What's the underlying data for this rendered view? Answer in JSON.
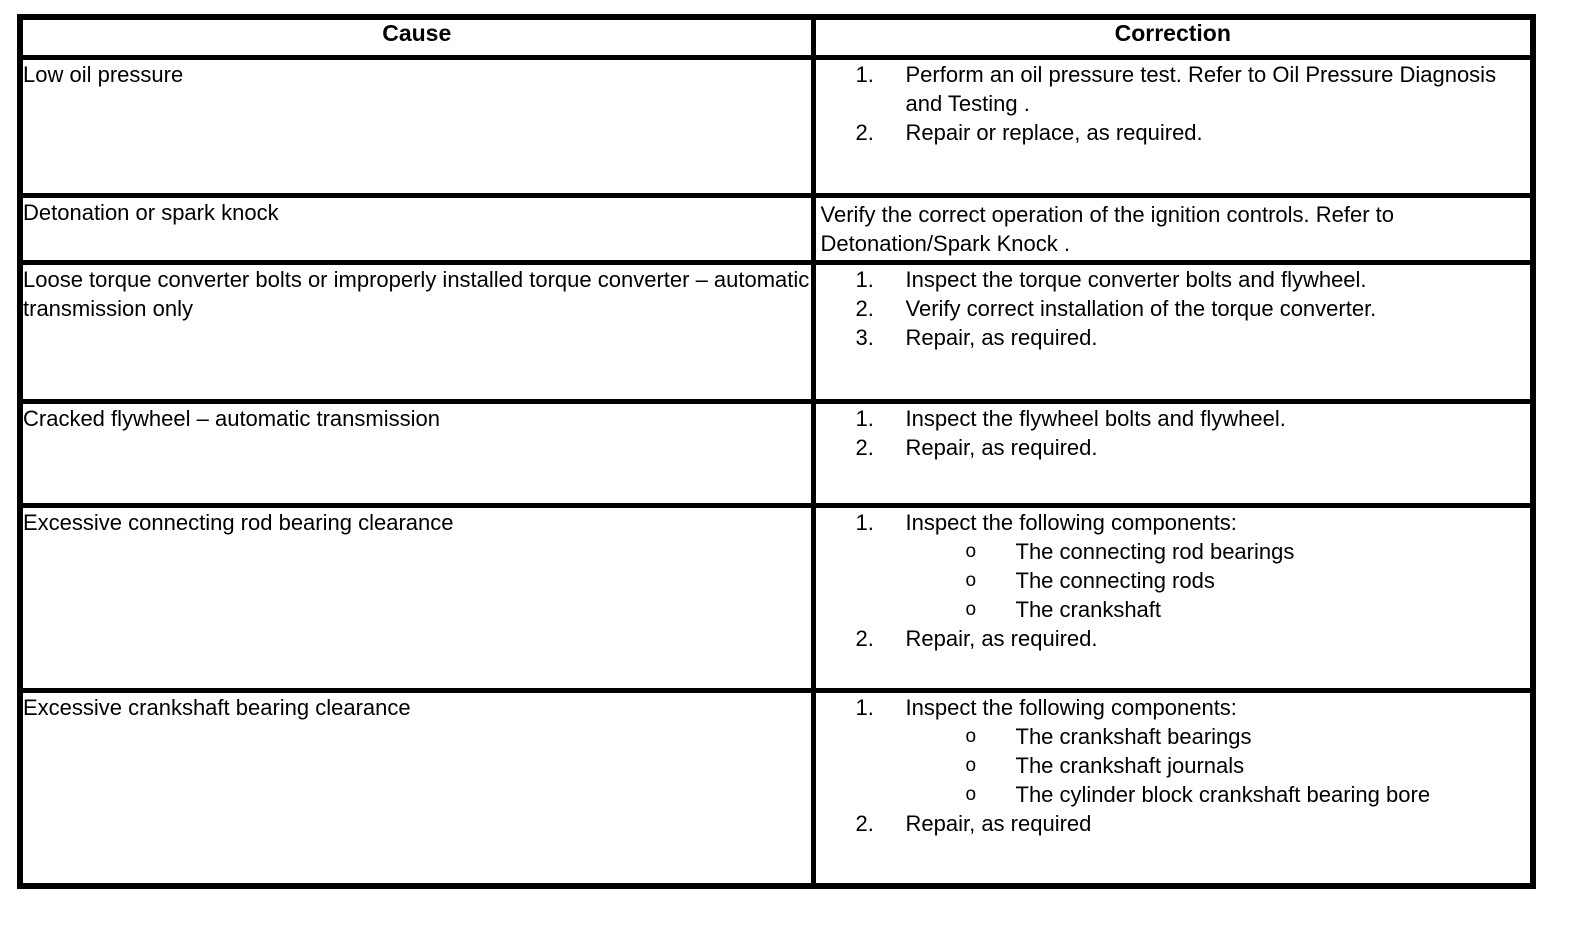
{
  "table": {
    "headers": {
      "cause": "Cause",
      "correction": "Correction"
    },
    "bullet_glyph": "o",
    "rows": [
      {
        "cause": "Low oil pressure",
        "items": [
          {
            "num": "1.",
            "text": "Perform an oil pressure test. Refer to Oil Pressure Diagnosis and Testing ."
          },
          {
            "num": "2.",
            "text": "Repair or replace, as required."
          }
        ]
      },
      {
        "cause": "Detonation or spark knock",
        "text": "Verify the correct operation of the ignition controls. Refer to Detonation/Spark Knock ."
      },
      {
        "cause": "Loose torque converter bolts or improperly installed torque converter – automatic transmission only",
        "items": [
          {
            "num": "1.",
            "text": "Inspect the torque converter bolts and flywheel."
          },
          {
            "num": "2.",
            "text": "Verify correct installation of the torque converter."
          },
          {
            "num": "3.",
            "text": "Repair, as required."
          }
        ]
      },
      {
        "cause": "Cracked flywheel – automatic transmission",
        "items": [
          {
            "num": "1.",
            "text": "Inspect the flywheel bolts and flywheel."
          },
          {
            "num": "2.",
            "text": "Repair, as required."
          }
        ]
      },
      {
        "cause": "Excessive connecting rod bearing clearance",
        "items": [
          {
            "num": "1.",
            "text": "Inspect the following components:",
            "bullets": [
              "The connecting rod bearings",
              "The connecting rods",
              "The crankshaft"
            ]
          },
          {
            "num": "2.",
            "text": "Repair, as required."
          }
        ]
      },
      {
        "cause": "Excessive crankshaft bearing clearance",
        "items": [
          {
            "num": "1.",
            "text": "Inspect the following components:",
            "bullets": [
              "The crankshaft bearings",
              "The crankshaft journals",
              "The cylinder block crankshaft bearing bore"
            ]
          },
          {
            "num": "2.",
            "text": "Repair, as required"
          }
        ]
      }
    ]
  }
}
